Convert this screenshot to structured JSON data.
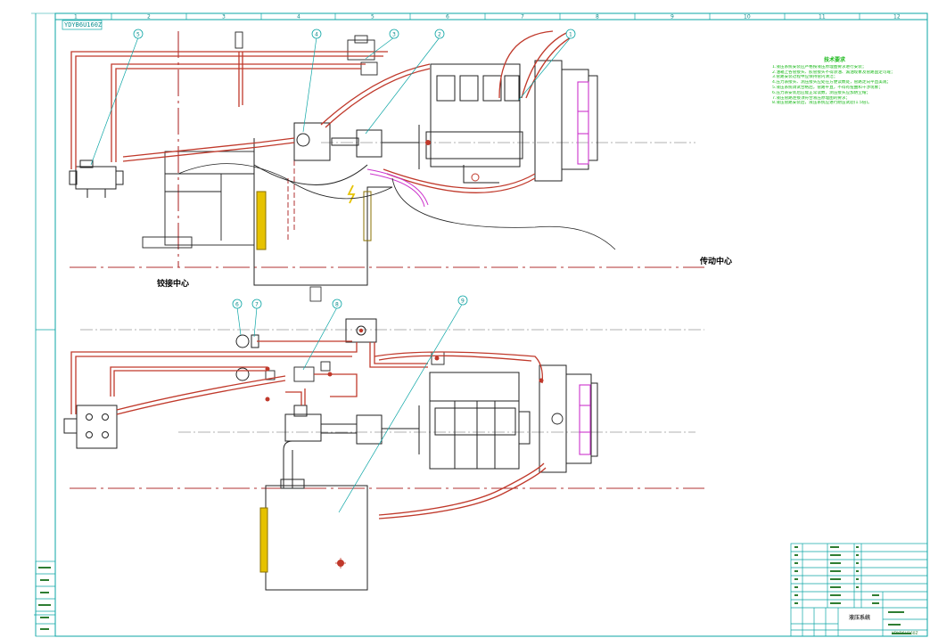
{
  "drawing": {
    "drawing_code": "YDYB6U160Z",
    "grid_columns": [
      "1",
      "2",
      "3",
      "4",
      "5",
      "6",
      "7",
      "8",
      "9",
      "10",
      "11",
      "12"
    ],
    "balloons": [
      "1",
      "2",
      "3",
      "4",
      "5",
      "6",
      "7",
      "8",
      "9"
    ],
    "labels": {
      "hinge_center": "铰接中心",
      "transmission_center": "传动中心"
    },
    "technical_requirements": {
      "title": "技术要求",
      "items": [
        "1.液压系统安装应严格按液压原理图要求进行安装；",
        "2.油箱上各管接头、胶管接头不得渗油、漏油现象及管路固定可靠；",
        "3.管路安装过程中应保持管内清洁；",
        "4.压力表接头、测压接头应处在方便读数处，管路走向平直美观；",
        "5.液压系统调试合格后，管路平直，不得有扭曲和干涉现象；",
        "6.压力表安装后应能正常读数，测压接头应加防尘帽；",
        "7.液压管路连接须符合液压原理图的要求；",
        "8.液压管路安装后，液压系统应进行耐压试验(1.5倍)。"
      ]
    },
    "title_block": {
      "name": "液压系统",
      "drawing_no": "YDYB6U160Z"
    }
  },
  "colors": {
    "frame": "#0ba5a5",
    "pipe": "#c0392b",
    "centerline": "#b03030",
    "outline": "#222222",
    "magenta": "#cc33cc",
    "requirements_text": "#18b818",
    "yellow": "#e6c200"
  }
}
